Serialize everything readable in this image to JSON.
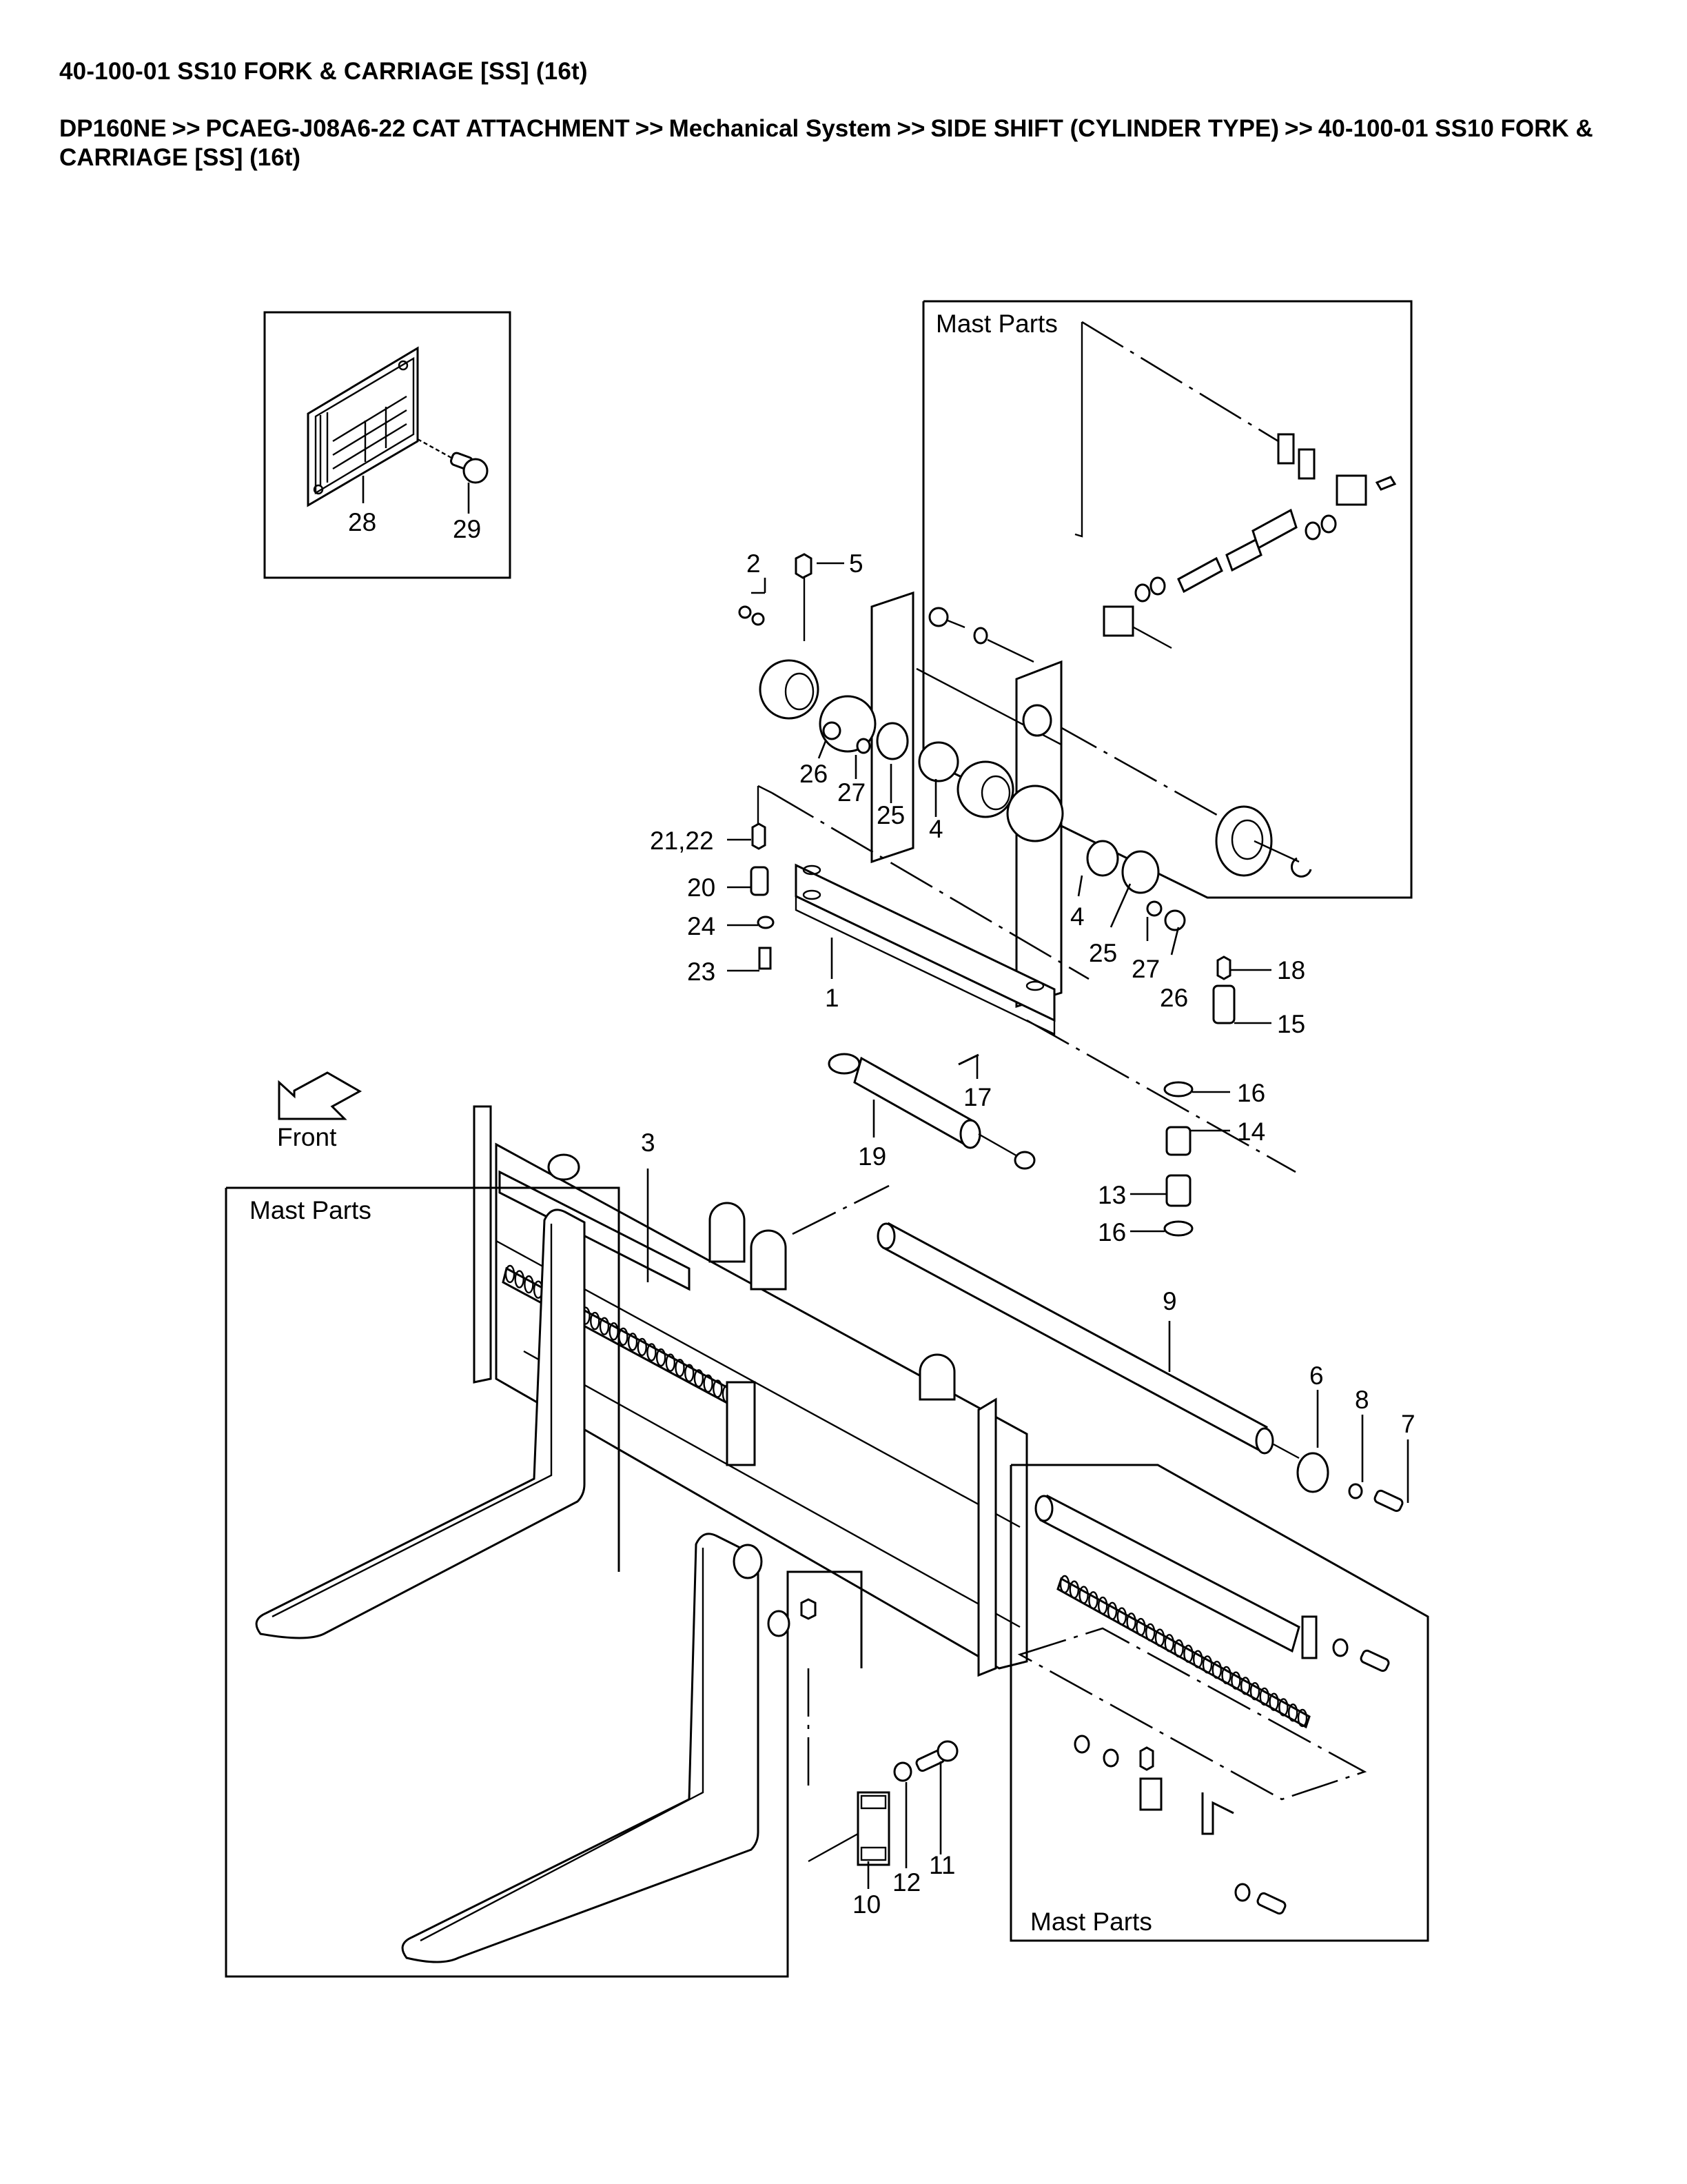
{
  "page": {
    "title": "40-100-01 SS10 FORK & CARRIAGE [SS] (16t)",
    "breadcrumb": [
      "DP160NE",
      "PCAEG-J08A6-22 CAT ATTACHMENT",
      "Mechanical System",
      "SIDE SHIFT (CYLINDER TYPE)",
      "40-100-01 SS10 FORK & CARRIAGE [SS] (16t)"
    ],
    "breadcrumb_separator": ">>"
  },
  "diagram": {
    "insets": {
      "top_right": "Mast Parts",
      "left": "Mast Parts",
      "bottom_right": "Mast Parts"
    },
    "direction_label": "Front",
    "direction_icon": "front-arrow-icon",
    "callouts": {
      "c1": "1",
      "c2": "2",
      "c3": "3",
      "c4a": "4",
      "c4b": "4",
      "c5": "5",
      "c6": "6",
      "c7": "7",
      "c8": "8",
      "c9": "9",
      "c10": "10",
      "c11": "11",
      "c12": "12",
      "c13": "13",
      "c14": "14",
      "c15": "15",
      "c16a": "16",
      "c16b": "16",
      "c17": "17",
      "c18": "18",
      "c19": "19",
      "c20": "20",
      "c2122": "21,22",
      "c23": "23",
      "c24": "24",
      "c25a": "25",
      "c25b": "25",
      "c26a": "26",
      "c26b": "26",
      "c27a": "27",
      "c27b": "27",
      "c28": "28",
      "c29": "29"
    }
  }
}
